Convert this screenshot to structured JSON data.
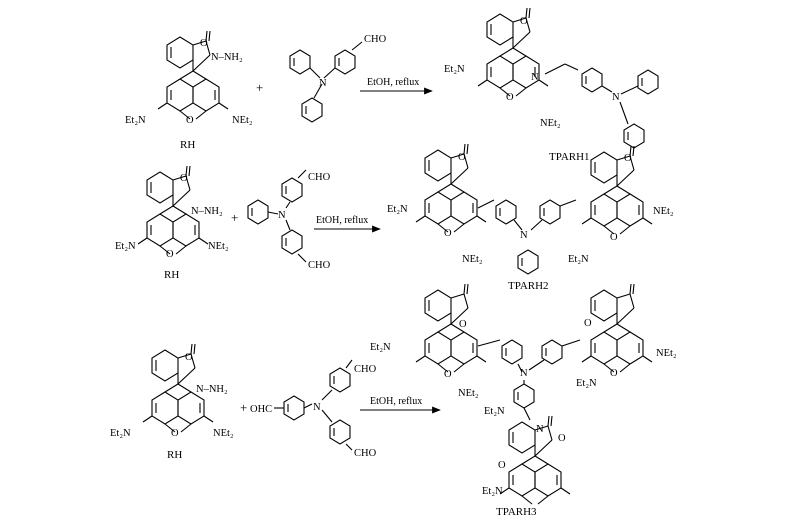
{
  "rows": [
    {
      "reactant_label": "RH",
      "aldehyde_labels": [
        "CHO"
      ],
      "condition": "EtOH, reflux",
      "product_name": "TPARH1"
    },
    {
      "reactant_label": "RH",
      "aldehyde_labels": [
        "CHO",
        "CHO"
      ],
      "condition": "EtOH, reflux",
      "product_name": "TPARH2"
    },
    {
      "reactant_label": "RH",
      "aldehyde_labels": [
        "OHC",
        "CHO",
        "CHO"
      ],
      "condition": "EtOH, reflux",
      "product_name": "TPARH3"
    }
  ],
  "plus_sign": "+",
  "atom_labels": {
    "amino": "NEt₂",
    "amino_left": "Et₂N",
    "hydrazide": "N–NH₂",
    "oxygen": "O",
    "carbonyl_o": "O",
    "nitrogen": "N"
  }
}
